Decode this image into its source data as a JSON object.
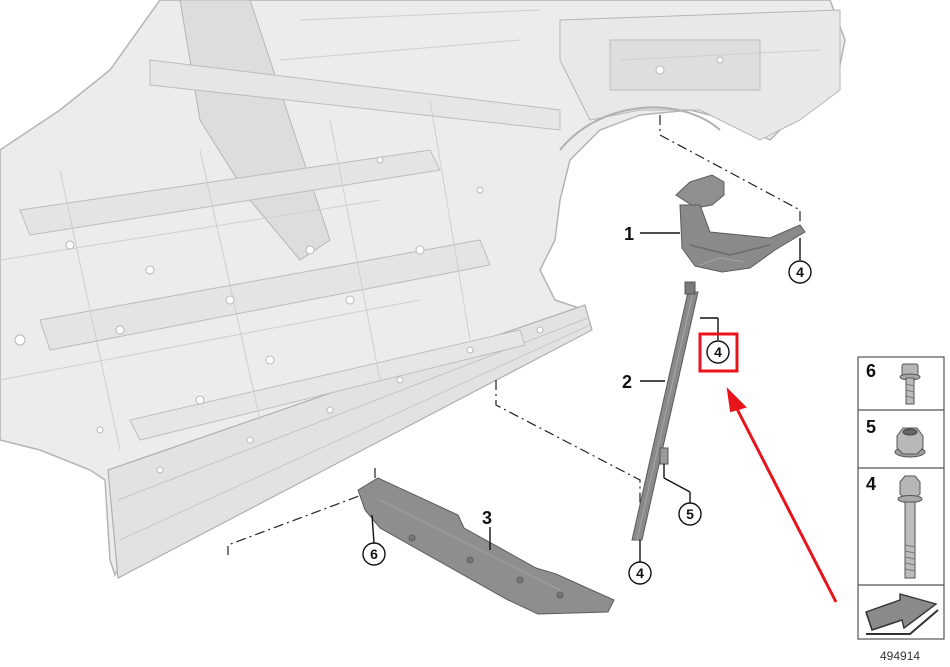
{
  "callouts": [
    {
      "label": "1"
    },
    {
      "label": "2"
    },
    {
      "label": "3"
    }
  ],
  "circled_refs": [
    {
      "label": "4"
    },
    {
      "label": "4"
    },
    {
      "label": "4"
    },
    {
      "label": "5"
    },
    {
      "label": "6"
    }
  ],
  "legend": {
    "items": [
      {
        "label": "6",
        "part": "hex-bolt-short-icon"
      },
      {
        "label": "5",
        "part": "hex-nut-icon"
      },
      {
        "label": "4",
        "part": "hex-bolt-long-icon"
      }
    ],
    "arrow_icon": "direction-arrow-icon"
  },
  "diagram_id": "494914",
  "highlight": {
    "color": "#e8141b",
    "target_label": "4"
  },
  "colors": {
    "body_shell": "#ececec",
    "body_edge": "#b4b4b4",
    "part_gray": "#8a8a8a",
    "part_dark": "#6d6d6d"
  }
}
